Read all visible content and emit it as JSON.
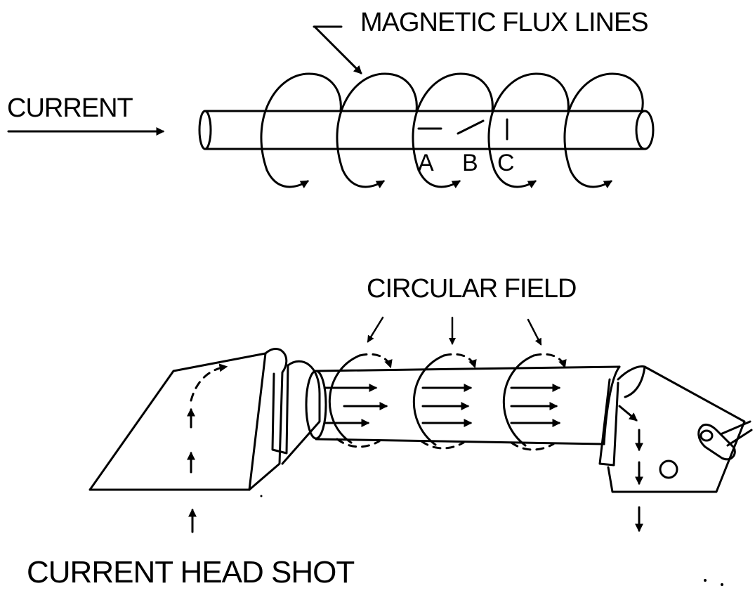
{
  "labels": {
    "magnetic_flux_lines": "MAGNETIC FLUX LINES",
    "current": "CURRENT",
    "point_a": "A",
    "point_b": "B",
    "point_c": "C",
    "circular_field": "CIRCULAR FIELD",
    "current_head_shot": "CURRENT HEAD SHOT"
  }
}
